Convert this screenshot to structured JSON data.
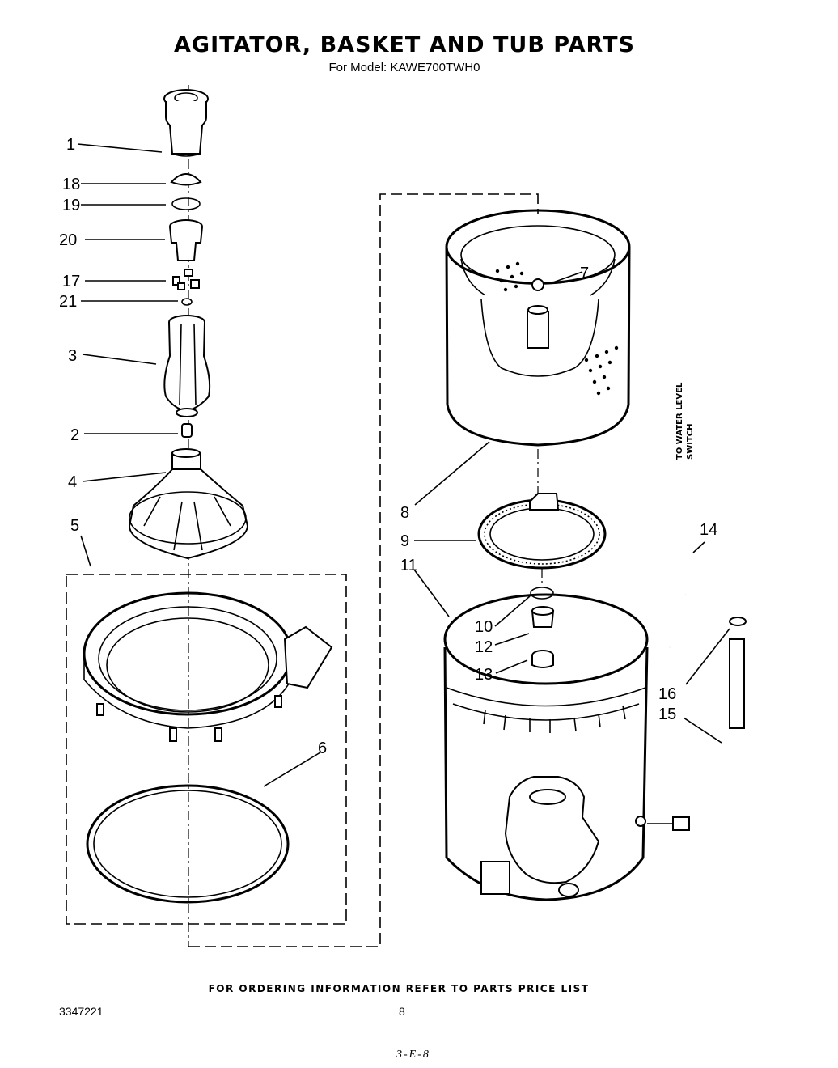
{
  "title": "AGITATOR, BASKET AND TUB PARTS",
  "subtitle": "For Model: KAWE700TWH0",
  "callouts": {
    "c1": "1",
    "c18": "18",
    "c19": "19",
    "c20": "20",
    "c17": "17",
    "c21": "21",
    "c3": "3",
    "c2": "2",
    "c4": "4",
    "c5": "5",
    "c6": "6",
    "c7": "7",
    "c8": "8",
    "c9": "9",
    "c11": "11",
    "c10": "10",
    "c12": "12",
    "c13": "13",
    "c14": "14",
    "c16": "16",
    "c15": "15"
  },
  "side_note": {
    "line1": "TO WATER LEVEL",
    "line2": "SWITCH"
  },
  "footer": "FOR ORDERING INFORMATION REFER TO PARTS PRICE LIST",
  "doc_number": "3347221",
  "page_number": "8",
  "handwritten_note": "3-E-8"
}
